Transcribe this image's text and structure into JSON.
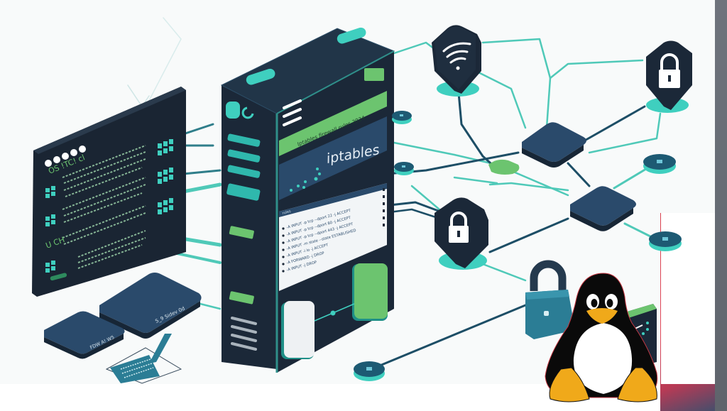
{
  "illustration": {
    "subject": "iptables network security with Linux",
    "server": {
      "title_label": "iptables",
      "banner_text": "Iptables firewall rules 2024",
      "header_tag": "rules",
      "rule_lines": [
        "-A INPUT -p tcp --dport 22 -j ACCEPT",
        "-A INPUT -p tcp --dport 80 -j ACCEPT",
        "-A INPUT -p tcp --dport 443 -j ACCEPT",
        "-A INPUT -m state --state ESTABLISHED",
        "-A INPUT -i lo -j ACCEPT",
        "-A FORWARD -j DROP",
        "-A INPUT -j DROP"
      ]
    },
    "terminal": {
      "prompt_label": "OS !TC! cl",
      "footer_label": "U CH",
      "dots": 5
    },
    "devices": {
      "router_large_label": "S_9   Sidev 0d",
      "router_small_label": "FDW A!   W5"
    },
    "icons": [
      "wifi-shield-icon",
      "lock-shield-icon",
      "lock-shield-icon",
      "padlock-icon",
      "tux-penguin-icon"
    ],
    "colors": {
      "navy": "#1b2838",
      "panel_blue": "#2a4a6b",
      "teal": "#3fcfbf",
      "green": "#6cc46f",
      "wire_teal": "#4fc9b8",
      "wire_dark": "#1d4e66",
      "tux_yellow": "#f0a91a",
      "accent_red": "#de4556",
      "strip_gray": "#6b7079"
    }
  }
}
